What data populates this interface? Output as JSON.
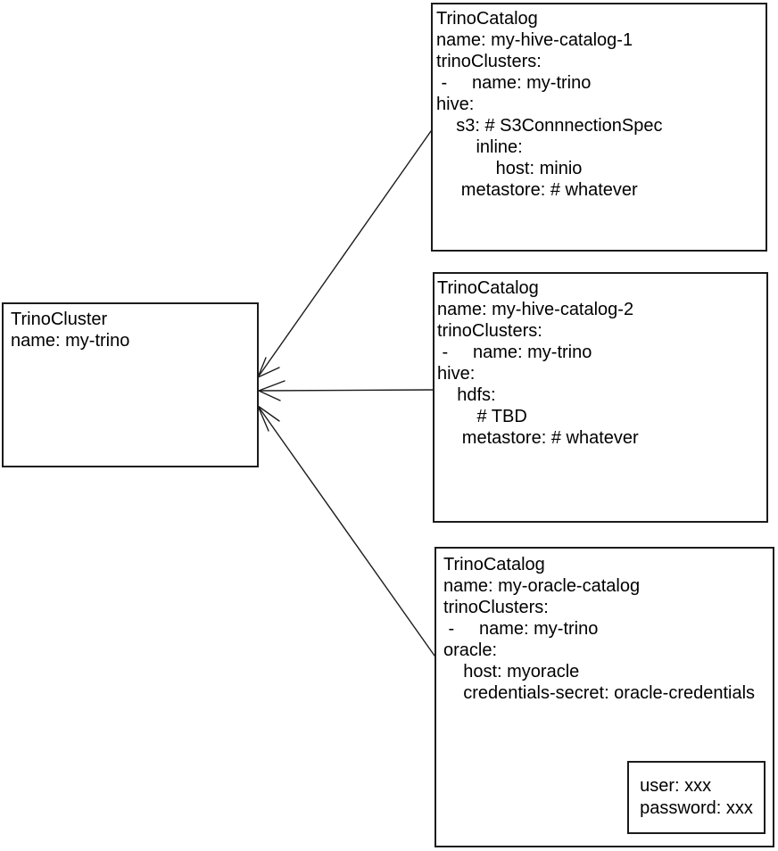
{
  "nodes": {
    "trino_cluster": {
      "lines": [
        "TrinoCluster",
        "name: my-trino"
      ]
    },
    "catalog_hive_1": {
      "lines": [
        "TrinoCatalog",
        "name: my-hive-catalog-1",
        "trinoClusters:",
        " -     name: my-trino",
        "hive:",
        "    s3: # S3ConnnectionSpec",
        "        inline:",
        "            host: minio",
        "     metastore: # whatever"
      ]
    },
    "catalog_hive_2": {
      "lines": [
        "TrinoCatalog",
        "name: my-hive-catalog-2",
        "trinoClusters:",
        " -     name: my-trino",
        "hive:",
        "    hdfs:",
        "        # TBD",
        "     metastore: # whatever"
      ]
    },
    "catalog_oracle": {
      "lines": [
        "TrinoCatalog",
        "name: my-oracle-catalog",
        "trinoClusters:",
        " -     name: my-trino",
        "oracle:",
        "    host: myoracle",
        "    credentials-secret: oracle-credentials"
      ]
    },
    "credentials_secret": {
      "lines": [
        "user: xxx",
        "password: xxx"
      ]
    }
  },
  "colors": {
    "background": "#ffffff",
    "stroke": "#1b1b1b",
    "text": "#000000"
  }
}
